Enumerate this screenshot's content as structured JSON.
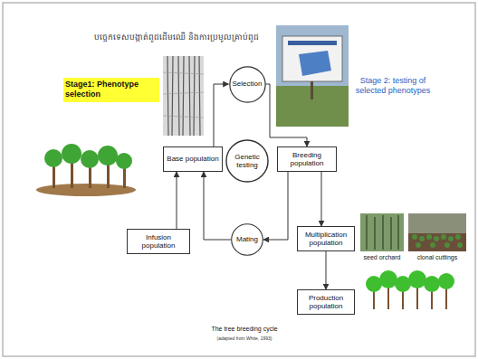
{
  "diagram": {
    "title": "បច្ចេកទេសបង្កាត់ពូជដើមឈើ និងការប្រមូលគ្រាប់ពូជ",
    "caption": "The tree breeding cycle",
    "nodes": [
      {
        "text": [
          "Selection"
        ]
      },
      {
        "text": [
          "Base population"
        ]
      },
      {
        "text": [
          "Genetic testing"
        ]
      },
      {
        "text": [
          "Breeding population"
        ]
      },
      {
        "text": [
          "Infusion population"
        ]
      },
      {
        "text": [
          "Mating"
        ]
      },
      {
        "text": [
          "Multiplication population"
        ]
      },
      {
        "text": [
          "Production population"
        ]
      }
    ],
    "edges": [
      {
        "from": 1,
        "to": 0,
        "arrow": "to"
      },
      {
        "from": 0,
        "to": 3,
        "arrow": "to"
      },
      {
        "from": 3,
        "to": 5,
        "arrow": "to"
      },
      {
        "from": 5,
        "to": 1,
        "arrow": "to"
      },
      {
        "from": 4,
        "to": 1,
        "arrow": "to"
      },
      {
        "from": 3,
        "to": 6,
        "arrow": "to"
      },
      {
        "from": 6,
        "to": 7,
        "arrow": "to"
      }
    ],
    "labels": [
      "Stage1: Phenotype selection",
      "Stage 2: testing of selected phenotypes",
      "seed orchard",
      "clonal cuttings",
      "(adapted from White, 1993)"
    ]
  }
}
